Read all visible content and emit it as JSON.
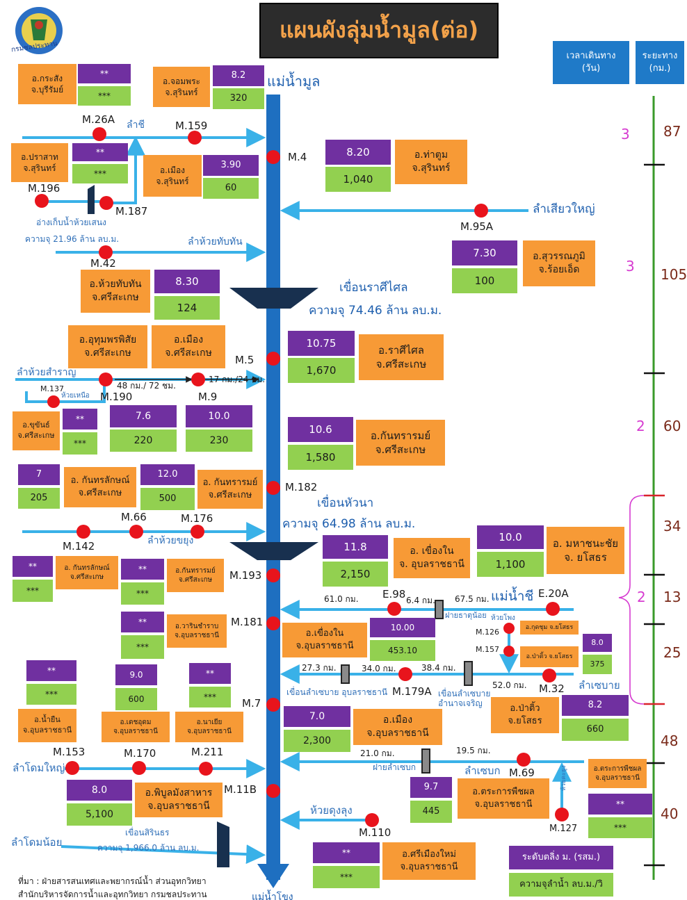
{
  "title": "แผนผังลุ่มน้ำมูล(ต่อ)",
  "logo_text": "กรมชลประทาน",
  "headers": {
    "time": "เวลาเดินทาง\n(วัน)",
    "distance": "ระยะทาง\n(กม.)"
  },
  "rivers": {
    "main": "แม่น้ำมูล",
    "main_end": "แม่น้ำโขง",
    "chi": "แม่น้ำชี",
    "lam_chi": "ลำชี",
    "lam_huai_thap_than": "ลำห้วยทับทัน",
    "lam_siao_yai": "ลำเสียวใหญ่",
    "lam_huai_samran": "ลำห้วยสำราญ",
    "huai_nuea": "ห้วยเหนือ",
    "lam_huai_khayung": "ลำห้วยขยุง",
    "huai_phong": "ห้วยโพง",
    "lam_sebai": "ลำเซบาย",
    "lam_sebok": "ลำเซบก",
    "huai_kha_yung_v": "ห้วยคะยูง",
    "lam_dom_yai": "ลำโดมใหญ่",
    "huai_dung_lung": "ห้วยดุงลุง",
    "lam_dom_noi": "ลำโดมน้อย"
  },
  "dams": {
    "huai_saneng": "อ่างเก็บน้ำห้วยเสนง",
    "huai_saneng_cap": "ความจุ 21.96 ล้าน ลบ.ม.",
    "rasi_salai": "เขื่อนราศีไศล",
    "rasi_salai_cap": "ความจุ 74.46 ล้าน ลบ.ม.",
    "hua_na": "เขื่อนหัวนา",
    "hua_na_cap": "ความจุ 64.98 ล้าน ลบ.ม.",
    "that_noi": "ฝายธาตุน้อย",
    "lam_sebai_ubon": "เขื่อนลำเซบาย อุบลราชธานี",
    "lam_sebai_amnat": "เขื่อนลำเซบาย\nอำนาจเจริญ",
    "sebok_weir": "ฝายลำเซบก",
    "sirindhorn": "เขื่อนสิรินธร",
    "sirindhorn_cap": "ความจุ 1,966.0 ล้าน ลบ.ม."
  },
  "stations": {
    "M26A": "M.26A",
    "M159": "M.159",
    "M4": "M.4",
    "M196": "M.196",
    "M187": "M.187",
    "M95A": "M.95A",
    "M42": "M.42",
    "M5": "M.5",
    "M137": "M.137",
    "M190": "M.190",
    "M9": "M.9",
    "M182": "M.182",
    "M66": "M.66",
    "M176": "M.176",
    "M142": "M.142",
    "M193": "M.193",
    "E98": "E.98",
    "E20A": "E.20A",
    "M181": "M.181",
    "M126": "M.126",
    "M157": "M.157",
    "M179A": "M.179A",
    "M32": "M.32",
    "M7": "M.7",
    "M153": "M.153",
    "M170": "M.170",
    "M211": "M.211",
    "M69": "M.69",
    "M11B": "M.11B",
    "M127": "M.127",
    "M110": "M.110"
  },
  "distances": {
    "d48": "48 กม./ 72 ชม.",
    "d17": "17 กม./24 ชม.",
    "d61": "61.0 กม.",
    "d64": "6.4 กม.",
    "d675": "67.5 กม.",
    "d273": "27.3 กม.",
    "d340": "34.0 กม.",
    "d384": "38.4 กม.",
    "d520": "52.0 กม.",
    "d210": "21.0 กม.",
    "d195": "19.5 กม."
  },
  "boxes": {
    "krasang": {
      "name": "อ.กระสัง\nจ.บุรีรัมย์",
      "level": "**",
      "flow": "***"
    },
    "chom_phra": {
      "name": "อ.จอมพระ\nจ.สุรินทร์",
      "level": "8.2",
      "flow": "320"
    },
    "tha_tum": {
      "name": "อ.ท่าตูม\nจ.สุรินทร์",
      "level": "8.20",
      "flow": "1,040"
    },
    "prasat": {
      "name": "อ.ปราสาท\nจ.สุรินทร์",
      "level": "**",
      "flow": "***"
    },
    "mueang_surin": {
      "name": "อ.เมือง\nจ.สุรินทร์",
      "level": "3.90",
      "flow": "60"
    },
    "suwannaphum": {
      "name": "อ.สุวรรณภูมิ\nจ.ร้อยเอ็ด",
      "level": "7.30",
      "flow": "100"
    },
    "huai_thap_than": {
      "name": "อ.ห้วยทับทัน\nจ.ศรีสะเกษ",
      "level": "8.30",
      "flow": "124"
    },
    "uthumphon": {
      "name": "อ.อุทุมพรพิสัย\nจ.ศรีสะเกษ"
    },
    "mueang_sisaket": {
      "name": "อ.เมือง\nจ.ศรีสะเกษ"
    },
    "rasi_salai": {
      "name": "อ.ราศีไศล\nจ.ศรีสะเกษ",
      "level": "10.75",
      "flow": "1,670"
    },
    "khukhan": {
      "name": "อ.ขุขันธ์\nจ.ศรีสะเกษ",
      "level": "**",
      "flow": "***"
    },
    "m190_box": {
      "level": "7.6",
      "flow": "220"
    },
    "m9_box": {
      "level": "10.0",
      "flow": "230"
    },
    "kanthararom_1": {
      "name": "อ.กันทรารมย์\nจ.ศรีสะเกษ",
      "level": "10.6",
      "flow": "1,580"
    },
    "kantharalak_1": {
      "name": "อ. กันทรลักษณ์\nจ.ศรีสะเกษ",
      "level": "7",
      "flow": "205"
    },
    "kanthararom_2": {
      "name": "อ. กันทรารมย์\nจ.ศรีสะเกษ",
      "level": "12.0",
      "flow": "500"
    },
    "khueang_nai_1": {
      "name": "อ. เขื่องใน\nจ. อุบลราชธานี",
      "level": "11.8",
      "flow": "2,150"
    },
    "maha_chana_chai": {
      "name": "อ. มหาชนะชัย\nจ. ยโสธร",
      "level": "10.0",
      "flow": "1,100"
    },
    "kantharalak_2": {
      "name": "อ. กันทรลักษณ์\nจ.ศรีสะเกษ",
      "level": "**",
      "flow": "***"
    },
    "kanthararom_3": {
      "name": "อ.กันทรารมย์\nจ.ศรีสะเกษ",
      "level": "**",
      "flow": "***"
    },
    "warin": {
      "name": "อ.วารินชำราบ\nจ.อุบลราชธานี",
      "level": "**",
      "flow": "***"
    },
    "khueang_nai_2": {
      "name": "อ.เขื่องใน\nจ.อุบลราชธานี",
      "level": "10.00",
      "flow": "453.10"
    },
    "kut_chum": {
      "name": "อ.กุดชุม จ.ยโสธร"
    },
    "pa_tio_small": {
      "name": "อ.ป่าติ้ว จ.ยโสธร"
    },
    "m157_box": {
      "level": "8.0",
      "flow": "375"
    },
    "nam_yuen": {
      "name": "อ.น้ำยืน\nจ.อุบลราชธานี",
      "level": "**",
      "flow": "***"
    },
    "det_udom": {
      "name": "อ.เดชอุดม\nจ.อุบลราชธานี",
      "level": "9.0",
      "flow": "600"
    },
    "na_chaluai": {
      "name": "อ.นาเยีย\nจ.อุบลราชธานี",
      "level": "**",
      "flow": "***"
    },
    "mueang_ubon": {
      "name": "อ.เมือง\nจ.อุบลราชธานี",
      "level": "7.0",
      "flow": "2,300"
    },
    "pa_tio": {
      "name": "อ.ป่าติ้ว\nจ.ยโสธร",
      "level": "8.2",
      "flow": "660"
    },
    "phibun": {
      "name": "อ.พิบูลมังสาหาร\nจ.อุบลราชธานี",
      "level": "8.0",
      "flow": "5,100"
    },
    "trakan_1": {
      "name": "อ.ตระการพืชผล\nจ.อุบลราชธานี",
      "level": "9.7",
      "flow": "445"
    },
    "trakan_2": {
      "name": "อ.ตระการพืชผล\nจ.อุบลราชธานี",
      "level": "**",
      "flow": "***"
    },
    "si_mueang_mai": {
      "name": "อ.ศรีเมืองใหม่\nจ.อุบลราชธานี",
      "level": "**",
      "flow": "***"
    }
  },
  "legend": {
    "level": "ระดับตลิ่ง ม. (รสม.)",
    "flow": "ความจุลำน้ำ ลบ.ม./วิ"
  },
  "source": {
    "line1": "ที่มา : ฝ่ายสารสนเทศและพยากรณ์น้ำ ส่วนอุทกวิทยา",
    "line2": "สำนักบริหารจัดการน้ำและอุทกวิทยา กรมชลประทาน"
  },
  "scale": {
    "days": [
      "3",
      "3",
      "2",
      "2"
    ],
    "km": [
      "87",
      "105",
      "60",
      "34",
      "13",
      "25",
      "48",
      "40"
    ]
  },
  "colors": {
    "river": "#1e6fc0",
    "tributary": "#39b1e8",
    "station": "#e8141c",
    "scale": "#3a9a2a",
    "bracket": "#d63ad0"
  }
}
